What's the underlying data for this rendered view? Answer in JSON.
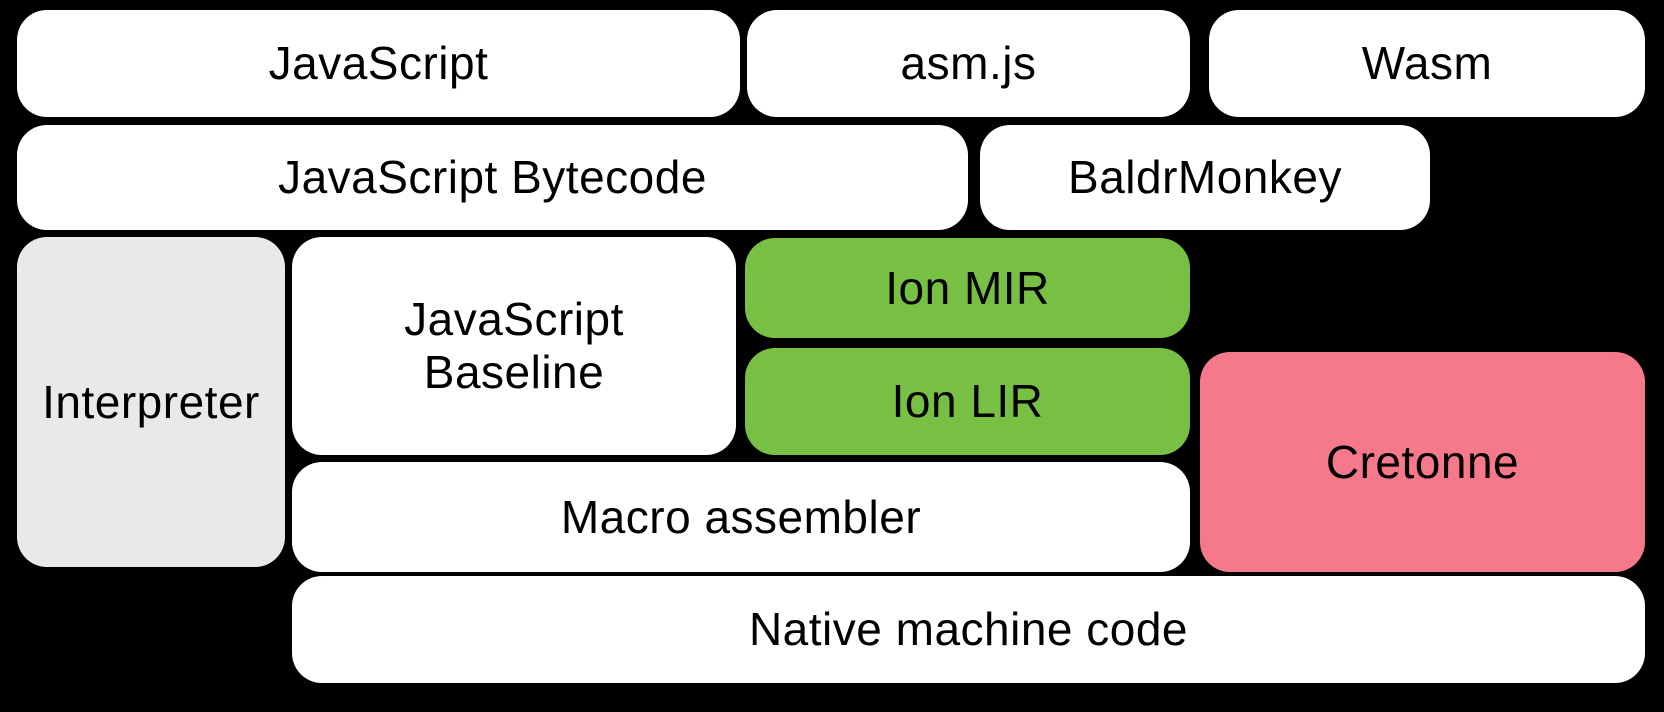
{
  "diagram": {
    "nodes": {
      "javascript": {
        "label": "JavaScript"
      },
      "asmjs": {
        "label": "asm.js"
      },
      "wasm": {
        "label": "Wasm"
      },
      "bytecode": {
        "label": "JavaScript Bytecode"
      },
      "baldrmonkey": {
        "label": "BaldrMonkey"
      },
      "interpreter": {
        "label": "Interpreter"
      },
      "baseline": {
        "label": "JavaScript Baseline"
      },
      "ion_mir": {
        "label": "Ion MIR"
      },
      "ion_lir": {
        "label": "Ion LIR"
      },
      "cretonne": {
        "label": "Cretonne"
      },
      "macro_assembler": {
        "label": "Macro assembler"
      },
      "native": {
        "label": "Native machine code"
      }
    }
  },
  "colors": {
    "background": "#000000",
    "white": "#ffffff",
    "gray": "#e9e9e9",
    "green": "#77c043",
    "pink": "#f5798a",
    "text": "#000000"
  }
}
